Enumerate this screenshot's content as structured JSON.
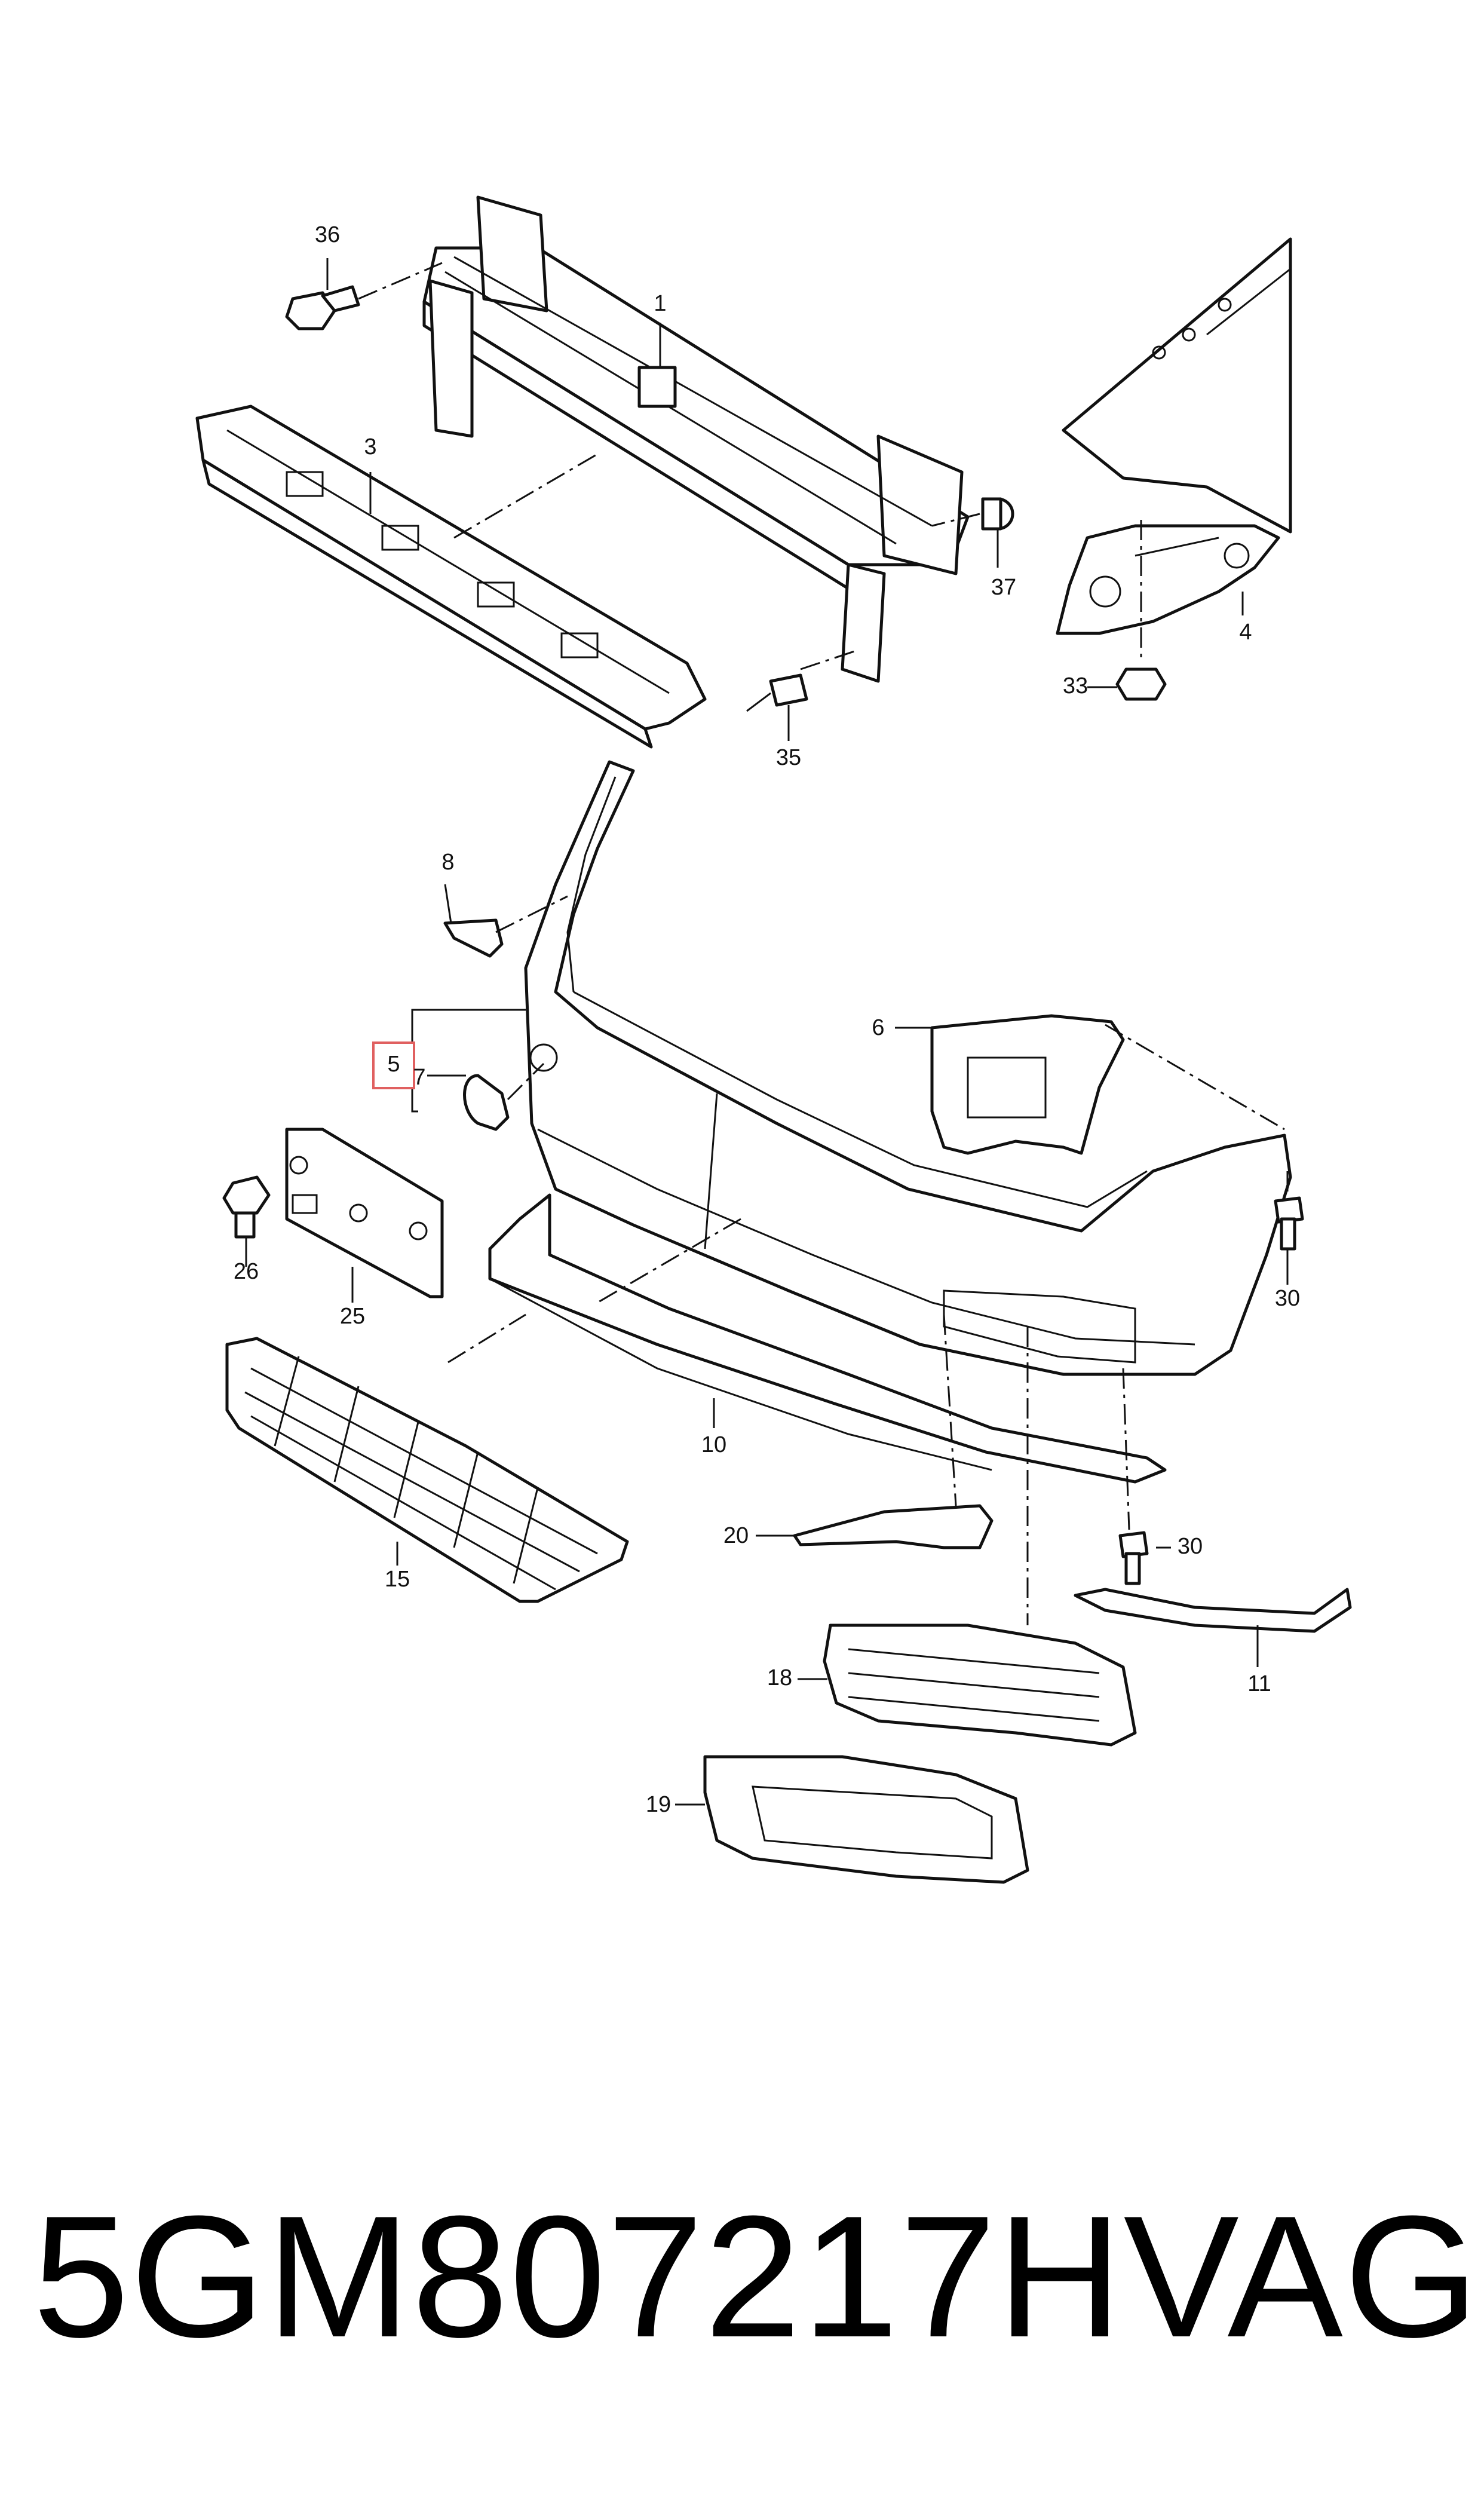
{
  "callouts": {
    "c1": "1",
    "c3": "3",
    "c4": "4",
    "c5": "5",
    "c6": "6",
    "c7": "7",
    "c8": "8",
    "c10": "10",
    "c11": "11",
    "c15": "15",
    "c18": "18",
    "c19": "19",
    "c20": "20",
    "c25": "25",
    "c26": "26",
    "c30a": "30",
    "c30b": "30",
    "c33": "33",
    "c35": "35",
    "c36": "36",
    "c37": "37"
  },
  "highlighted_callout": "5",
  "colors": {
    "line": "#111111",
    "highlight_border": "#e06060",
    "background": "#ffffff"
  },
  "caption": {
    "part_number": "5GM807217H",
    "brand": "VAG"
  }
}
